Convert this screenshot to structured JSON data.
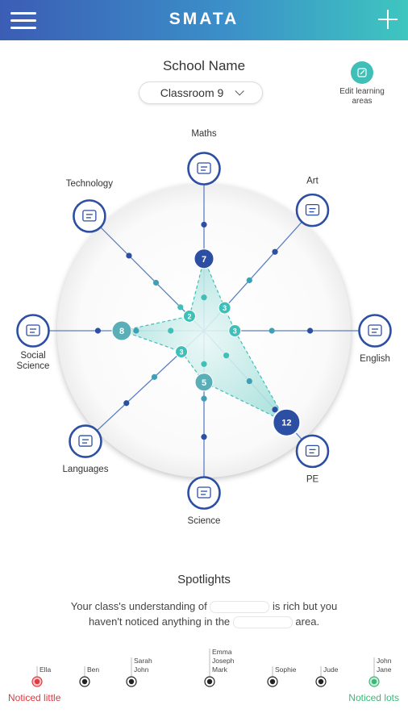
{
  "header": {
    "title": "SMATA"
  },
  "school": {
    "name": "School Name",
    "classroom": "Classroom 9"
  },
  "edit": {
    "label": "Edit learning areas"
  },
  "colors": {
    "accent": "#3fbfb7",
    "navy": "#2c4fa3",
    "red": "#e2383e",
    "green": "#3cb878"
  },
  "chart_data": {
    "type": "radar",
    "axes": [
      "Maths",
      "Art",
      "English",
      "PE",
      "Science",
      "Languages",
      "Social Science",
      "Technology"
    ],
    "values": [
      7,
      3,
      3,
      12,
      5,
      3,
      8,
      2
    ]
  },
  "spotlights": {
    "title": "Spotlights",
    "part1": "Your class's understanding of",
    "part2": "is rich but you",
    "part3": "haven't noticed anything in the",
    "part4": "area."
  },
  "timeline": {
    "left_label": "Noticed little",
    "right_label": "Noticed lots",
    "groups": [
      {
        "names": [
          "Ella"
        ]
      },
      {
        "names": [
          "Ben"
        ]
      },
      {
        "names": [
          "Sarah",
          "John"
        ]
      },
      {
        "names": [
          "Emma",
          "Joseph",
          "Mark"
        ]
      },
      {
        "names": [
          "Sophie"
        ]
      },
      {
        "names": [
          "Jude"
        ]
      },
      {
        "names": [
          "John",
          "Jane"
        ]
      }
    ]
  }
}
